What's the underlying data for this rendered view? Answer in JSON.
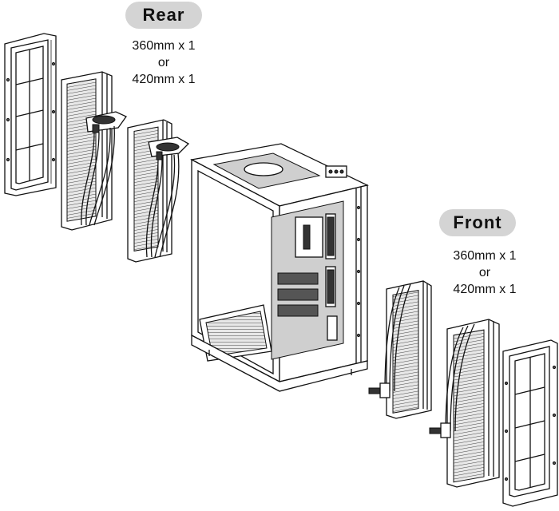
{
  "rear": {
    "title": "Rear",
    "line1": "360mm x 1",
    "line2": "or",
    "line3": "420mm x 1"
  },
  "front": {
    "title": "Front",
    "line1": "360mm x 1",
    "line2": "or",
    "line3": "420mm x 1"
  }
}
